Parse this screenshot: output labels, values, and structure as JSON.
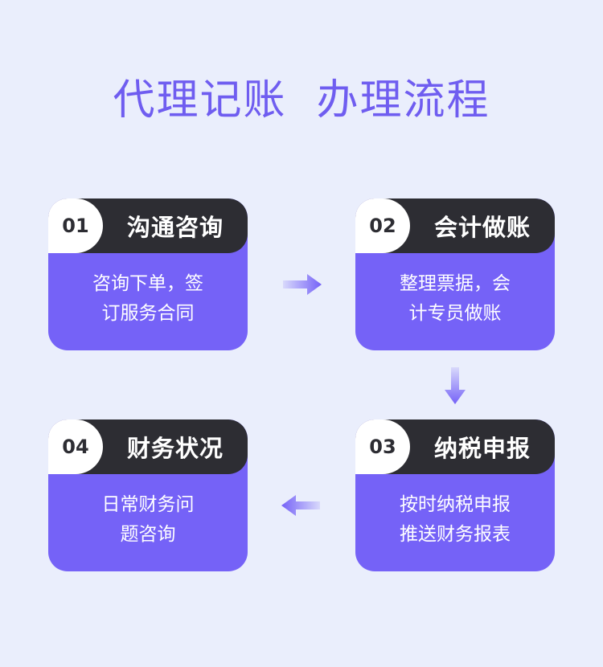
{
  "title": "代理记账  办理流程",
  "steps": [
    {
      "num": "01",
      "title": "沟通咨询",
      "lines": [
        "咨询下单，签",
        "订服务合同"
      ]
    },
    {
      "num": "02",
      "title": "会计做账",
      "lines": [
        "整理票据，会",
        "计专员做账"
      ]
    },
    {
      "num": "03",
      "title": "纳税申报",
      "lines": [
        "按时纳税申报",
        "推送财务报表"
      ]
    },
    {
      "num": "04",
      "title": "财务状况",
      "lines": [
        "日常财务问",
        "题咨询"
      ]
    }
  ],
  "colors": {
    "background": "#eaeefc",
    "accent": "#7562f7",
    "title": "#6f5df0",
    "header": "#2d2d33"
  }
}
